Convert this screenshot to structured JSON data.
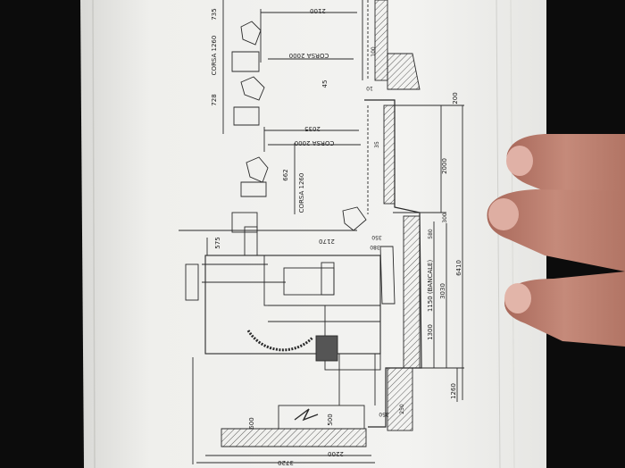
{
  "drawing": {
    "dimensions": [
      {
        "id": "d1",
        "text": "2100"
      },
      {
        "id": "d2",
        "text": "735"
      },
      {
        "id": "d3",
        "text": "CORSA 1260"
      },
      {
        "id": "d4",
        "text": "728"
      },
      {
        "id": "d5",
        "text": "CORSA 2000"
      },
      {
        "id": "d6",
        "text": "45"
      },
      {
        "id": "d7",
        "text": "10"
      },
      {
        "id": "d8",
        "text": "100"
      },
      {
        "id": "d9",
        "text": "200"
      },
      {
        "id": "d10",
        "text": "2035"
      },
      {
        "id": "d11",
        "text": "CORSA 2000"
      },
      {
        "id": "d12",
        "text": "35"
      },
      {
        "id": "d13",
        "text": "662"
      },
      {
        "id": "d14",
        "text": "CORSA 1260"
      },
      {
        "id": "d15",
        "text": "2000"
      },
      {
        "id": "d16",
        "text": "300"
      },
      {
        "id": "d17",
        "text": "575"
      },
      {
        "id": "d18",
        "text": "2170"
      },
      {
        "id": "d19",
        "text": "350"
      },
      {
        "id": "d20",
        "text": "380"
      },
      {
        "id": "d21",
        "text": "580"
      },
      {
        "id": "d22",
        "text": "1150 (BANCALE)"
      },
      {
        "id": "d23",
        "text": "3030"
      },
      {
        "id": "d24",
        "text": "6410"
      },
      {
        "id": "d25",
        "text": "1300"
      },
      {
        "id": "d26",
        "text": "1260"
      },
      {
        "id": "d27",
        "text": "600"
      },
      {
        "id": "d28",
        "text": "500"
      },
      {
        "id": "d29",
        "text": "350"
      },
      {
        "id": "d30",
        "text": "250"
      },
      {
        "id": "d31",
        "text": "2200"
      },
      {
        "id": "d32",
        "text": "3720"
      }
    ]
  }
}
